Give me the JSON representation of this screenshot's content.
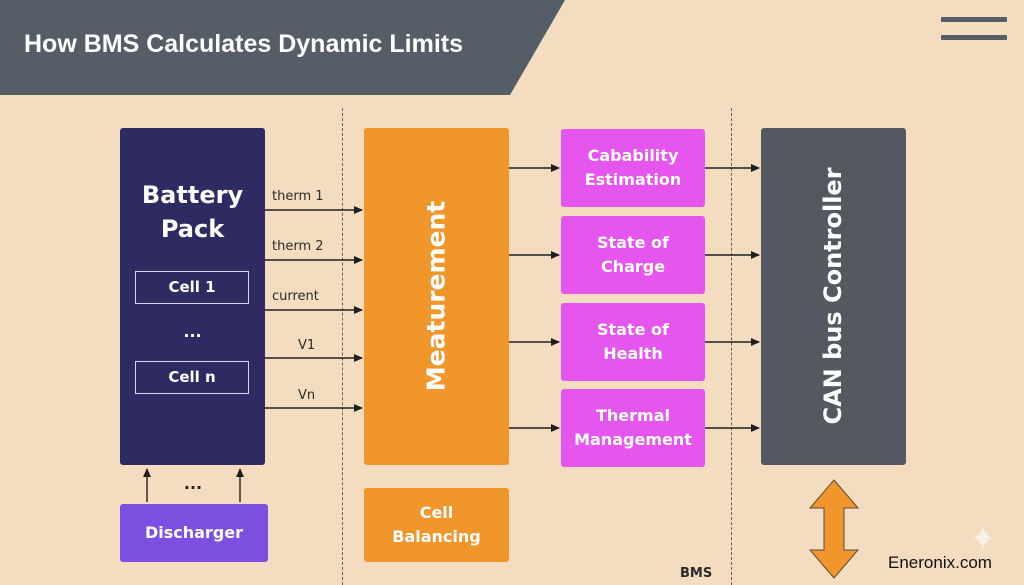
{
  "header": {
    "title": "How BMS Calculates Dynamic Limits"
  },
  "battery": {
    "title": "Battery\nPack",
    "cell_first": "Cell 1",
    "ellipsis": "...",
    "cell_last": "Cell n"
  },
  "signals": [
    "therm 1",
    "therm 2",
    "current",
    "V1",
    "Vn"
  ],
  "discharger": {
    "label": "Discharger",
    "ellipsis": "..."
  },
  "measurement": {
    "label": "Meaturement"
  },
  "cell_balancing": {
    "label": "Cell\nBalancing"
  },
  "estimators": [
    "Cabability\nEstimation",
    "State of\nCharge",
    "State of\nHealth",
    "Thermal\nManagement"
  ],
  "can": {
    "label": "CAN bus Controller"
  },
  "bms_label": "BMS",
  "brand": "Eneronix.com",
  "colors": {
    "background": "#f3dcc0",
    "banner": "#555d66",
    "battery": "#2e2a62",
    "measurement": "#f0962a",
    "estimator": "#e655ee",
    "can": "#545961",
    "discharger": "#7b4fe0"
  }
}
